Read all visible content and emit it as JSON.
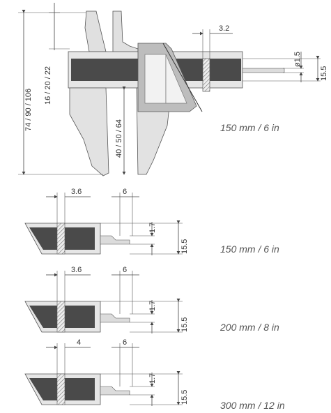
{
  "top": {
    "dim_height": "74 / 90 / 106",
    "dim_upper_jaw": "16 / 20 / 22",
    "dim_lower_jaw": "40 / 50 / 64",
    "dim_blade": "3.2",
    "dim_rod": "ø1.5",
    "dim_thickness": "15.5",
    "caption": "150 mm / 6 in"
  },
  "details": [
    {
      "w1": "3.6",
      "w2": "6",
      "h1": "1.7",
      "h2": "15.5",
      "caption": "150 mm / 6 in"
    },
    {
      "w1": "3.6",
      "w2": "6",
      "h1": "1.7",
      "h2": "15.5",
      "caption": "200 mm / 8 in"
    },
    {
      "w1": "4",
      "w2": "6",
      "h1": "1.7",
      "h2": "15.5",
      "caption": "300 mm / 12 in"
    }
  ],
  "colors": {
    "steel": "#e3e3e3",
    "bar": "#4a4a4a",
    "line": "#444444",
    "text": "#555555"
  }
}
